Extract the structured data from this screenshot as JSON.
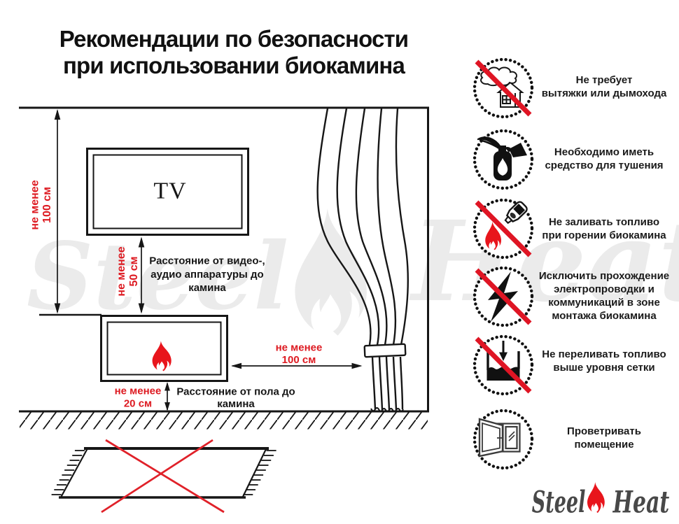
{
  "title": {
    "line1": "Рекомендации по безопасности",
    "line2": "при использовании биокамина"
  },
  "colors": {
    "red": "#dd1a21",
    "black": "#161616",
    "logo_gray": "#484848",
    "watermark_gray": "#e9e9e9"
  },
  "diagram": {
    "tv_label": "TV",
    "dim_wall_to_shelf": {
      "line1": "не менее",
      "line2": "100 см"
    },
    "dim_tv_to_fireplace": {
      "line1": "не менее",
      "line2": "50 см"
    },
    "dim_fireplace_to_floor": {
      "line1": "не менее",
      "line2": "20 см"
    },
    "dim_fireplace_to_curtain": {
      "line1": "не менее",
      "line2": "100 см"
    },
    "label_tv_distance": {
      "line1": "Расстояние от видео-,",
      "line2": "аудио аппаратуры до",
      "line3": "камина"
    },
    "label_floor_distance": {
      "line1": "Расстояние от пола до",
      "line2": "камина"
    }
  },
  "rules": [
    {
      "icon": "no-chimney",
      "lines": [
        "Не требует",
        "вытяжки или дымохода"
      ]
    },
    {
      "icon": "extinguisher",
      "lines": [
        "Необходимо иметь",
        "средство для тушения"
      ]
    },
    {
      "icon": "no-refuel-burning",
      "lines": [
        "Не заливать топливо",
        "при горении биокамина"
      ]
    },
    {
      "icon": "no-wiring",
      "lines": [
        "Исключить прохождение",
        "электропроводки и",
        "коммуникаций в зоне",
        "монтажа биокамина"
      ]
    },
    {
      "icon": "no-overfill",
      "lines": [
        "Не переливать топливо",
        "выше уровня сетки"
      ]
    },
    {
      "icon": "ventilate",
      "lines": [
        "Проветривать",
        "помещение"
      ]
    }
  ],
  "logo": {
    "steel": "Steel",
    "heat": "Heat"
  },
  "watermark": {
    "steel": "Steel",
    "heat": "Heat"
  }
}
